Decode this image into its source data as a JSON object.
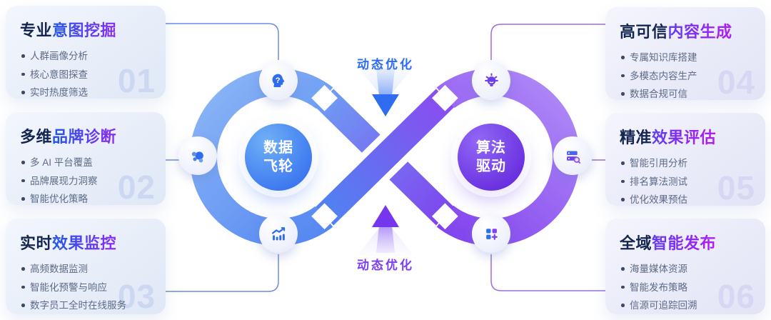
{
  "colors": {
    "blue": "#2e6bf0",
    "purple": "#7b3ff0",
    "card_bg": "#e9eef9",
    "title_dark": "#14264f"
  },
  "cards": [
    {
      "number": "01",
      "title_plain": "专业",
      "title_accent": "意图挖掘",
      "bullets": [
        "人群画像分析",
        "核心意图探查",
        "实时热度筛选"
      ]
    },
    {
      "number": "02",
      "title_plain": "多维",
      "title_accent": "品牌诊断",
      "bullets": [
        "多 AI 平台覆盖",
        "品牌展现力洞察",
        "智能优化策略"
      ]
    },
    {
      "number": "03",
      "title_plain": "实时",
      "title_accent": "效果监控",
      "bullets": [
        "高频数据监测",
        "智能化预警与响应",
        "数字员工全时在线服务"
      ]
    },
    {
      "number": "04",
      "title_plain": "高可信",
      "title_accent": "内容生成",
      "bullets": [
        "专属知识库搭建",
        "多模态内容生产",
        "数据合规可信"
      ]
    },
    {
      "number": "05",
      "title_plain": "精准",
      "title_accent": "效果评估",
      "bullets": [
        "智能引用分析",
        "排名算法测试",
        "优化效果预估"
      ]
    },
    {
      "number": "06",
      "title_plain": "全域",
      "title_accent": "智能发布",
      "bullets": [
        "海量媒体资源",
        "智能发布策略",
        "信源可追踪回溯"
      ]
    }
  ],
  "center": {
    "top_label": "动态优化",
    "bottom_label": "动态优化",
    "left_hub": [
      "数据",
      "飞轮"
    ],
    "right_hub": [
      "算法",
      "驱动"
    ],
    "icons": [
      "head-question-icon",
      "audience-cluster-icon",
      "trend-chart-icon",
      "idea-bulb-icon",
      "data-search-icon",
      "apps-plus-icon"
    ]
  }
}
